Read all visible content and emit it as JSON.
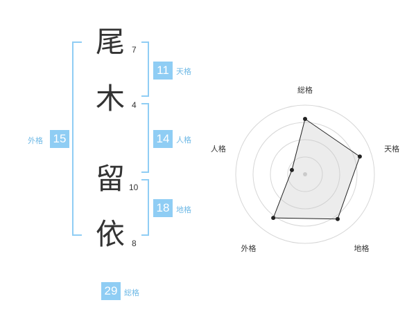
{
  "name_chars": [
    {
      "char": "尾",
      "strokes": "7"
    },
    {
      "char": "木",
      "strokes": "4"
    },
    {
      "char": "留",
      "strokes": "10"
    },
    {
      "char": "依",
      "strokes": "8"
    }
  ],
  "fortunes": {
    "tenkaku": {
      "value": "11",
      "label": "天格"
    },
    "jinkaku": {
      "value": "14",
      "label": "人格"
    },
    "chikaku": {
      "value": "18",
      "label": "地格"
    },
    "gaikaku": {
      "value": "15",
      "label": "外格"
    },
    "soukaku": {
      "value": "29",
      "label": "総格"
    }
  },
  "colors": {
    "accent": "#8fcdf4",
    "bracket": "#8fcdf4",
    "text": "#333333"
  },
  "chart_data": {
    "type": "radar",
    "axes": [
      "総格",
      "天格",
      "地格",
      "外格",
      "人格"
    ],
    "values": [
      0.8,
      0.83,
      0.8,
      0.78,
      0.2
    ],
    "rings": 4
  }
}
